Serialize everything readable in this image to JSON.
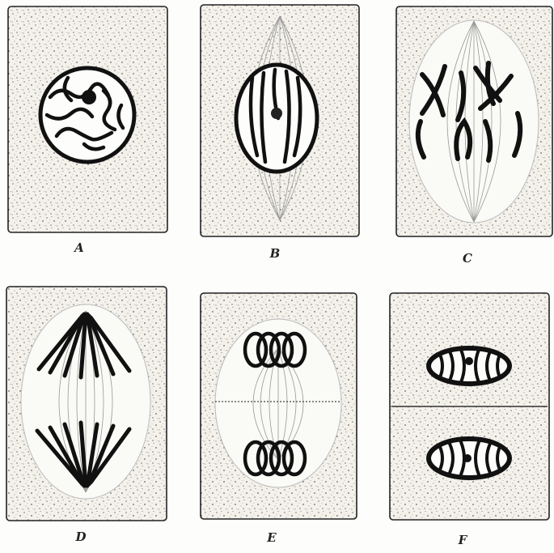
{
  "figure": {
    "panels": [
      {
        "id": "A",
        "label": "A",
        "stage": "prophase-early"
      },
      {
        "id": "B",
        "label": "B",
        "stage": "prophase-late"
      },
      {
        "id": "C",
        "label": "C",
        "stage": "metaphase"
      },
      {
        "id": "D",
        "label": "D",
        "stage": "anaphase"
      },
      {
        "id": "E",
        "label": "E",
        "stage": "telophase-early"
      },
      {
        "id": "F",
        "label": "F",
        "stage": "telophase-late"
      }
    ],
    "colors": {
      "ink": "#1a1a1a",
      "cytoplasm": "#f2f0ea",
      "paper": "#fdfdfc"
    }
  }
}
